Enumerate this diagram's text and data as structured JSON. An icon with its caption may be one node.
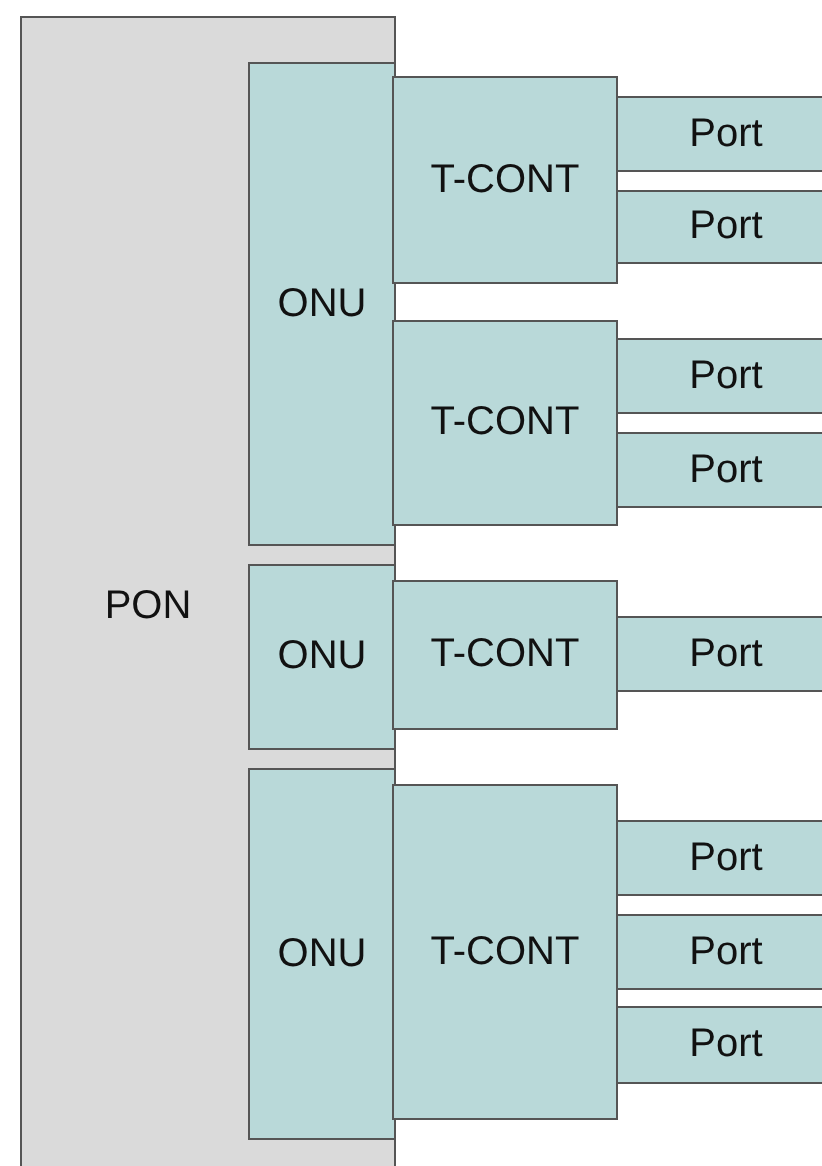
{
  "diagram": {
    "nodes": [
      {
        "text": [
          "PON"
        ]
      },
      {
        "text": [
          "ONU"
        ],
        "in": 0
      },
      {
        "text": [
          "T-CONT"
        ]
      },
      {
        "text": [
          "Port"
        ]
      },
      {
        "text": [
          "Port"
        ]
      },
      {
        "text": [
          "T-CONT"
        ]
      },
      {
        "text": [
          "Port"
        ]
      },
      {
        "text": [
          "Port"
        ]
      },
      {
        "text": [
          "ONU"
        ],
        "in": 0
      },
      {
        "text": [
          "T-CONT"
        ]
      },
      {
        "text": [
          "Port"
        ]
      },
      {
        "text": [
          "ONU"
        ],
        "in": 0
      },
      {
        "text": [
          "T-CONT"
        ]
      },
      {
        "text": [
          "Port"
        ]
      },
      {
        "text": [
          "Port"
        ]
      },
      {
        "text": [
          "Port"
        ]
      }
    ],
    "edges": []
  }
}
